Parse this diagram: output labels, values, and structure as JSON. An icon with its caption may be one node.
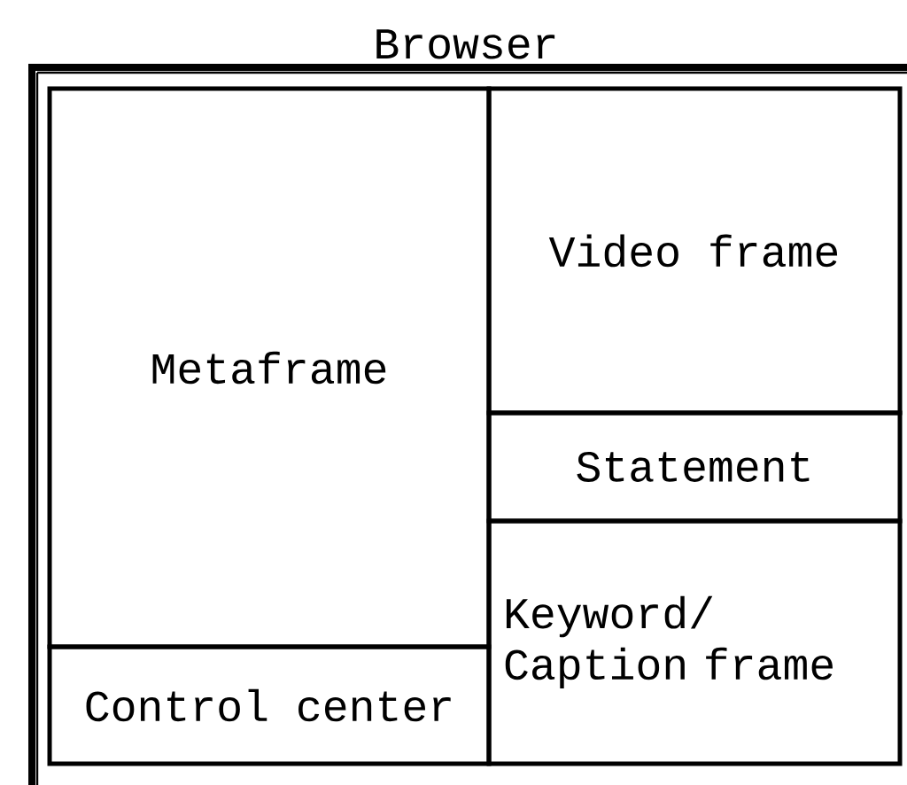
{
  "diagram": {
    "nodes": [
      {
        "text": [
          "Browser"
        ]
      },
      {
        "text": [
          "Metaframe"
        ],
        "in": 0
      },
      {
        "text": [
          "Control center"
        ],
        "in": 0
      },
      {
        "text": [
          "Video frame"
        ],
        "in": 0
      },
      {
        "text": [
          "Statement"
        ],
        "in": 0
      },
      {
        "text": [
          "Keyword/ Caption frame"
        ],
        "in": 0
      }
    ]
  }
}
